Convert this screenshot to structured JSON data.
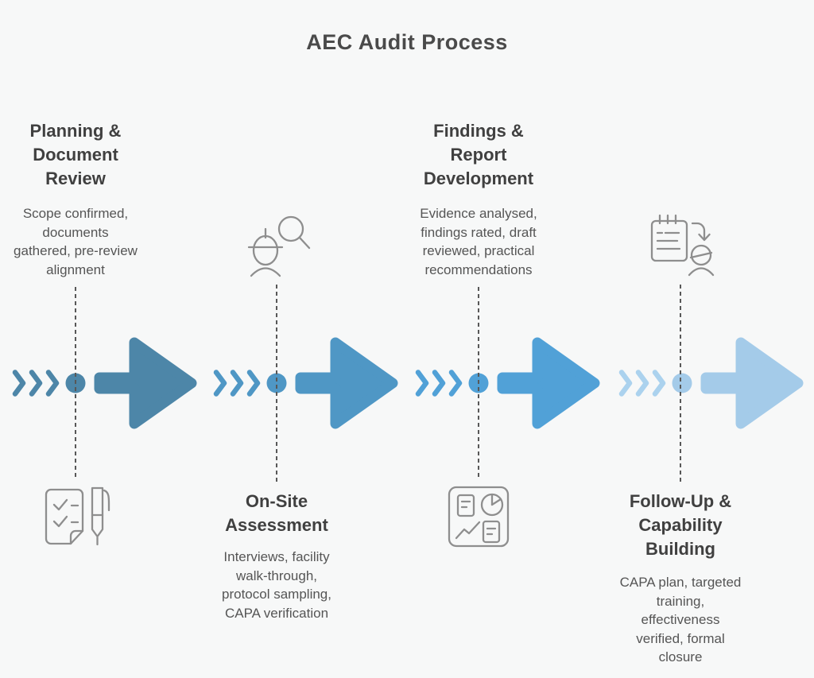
{
  "title": "AEC Audit Process",
  "colors": {
    "background": "#f7f8f8",
    "title_text": "#4a4a4a",
    "heading_text": "#404040",
    "body_text": "#555555",
    "icon_stroke": "#8e8e8e",
    "dashed_line": "#585858",
    "arrow_stage_1": "#4d86a8",
    "arrow_stage_2": "#4f97c5",
    "arrow_stage_3": "#51a1d7",
    "arrow_stage_4": "#a4cbe9"
  },
  "stages": [
    {
      "heading": "Planning &\nDocument\nReview",
      "description": "Scope confirmed,\ndocuments\ngathered, pre-review\nalignment",
      "icon": "checklist-and-pen-icon",
      "text_position": "top",
      "icon_position": "bottom",
      "arrow_color": "#4d86a8",
      "chevron_color": "#4d86a8"
    },
    {
      "heading": "On-Site\nAssessment",
      "description": "Interviews, facility\nwalk-through,\nprotocol sampling,\nCAPA verification",
      "icon": "auditor-with-magnifier-icon",
      "text_position": "bottom",
      "icon_position": "top",
      "arrow_color": "#4f97c5",
      "chevron_color": "#4f97c5"
    },
    {
      "heading": "Findings &\nReport\nDevelopment",
      "description": "Evidence analysed,\nfindings rated, draft\nreviewed, practical\nrecommendations",
      "icon": "report-dashboard-icon",
      "text_position": "top",
      "icon_position": "bottom",
      "arrow_color": "#51a1d7",
      "chevron_color": "#51a1d7"
    },
    {
      "heading": "Follow-Up &\nCapability\nBuilding",
      "description": "CAPA plan, targeted\ntraining,\neffectiveness\nverified, formal\nclosure",
      "icon": "notepad-to-person-icon",
      "text_position": "bottom",
      "icon_position": "top",
      "arrow_color": "#a4cbe9",
      "chevron_color": "#abd2ee"
    }
  ]
}
